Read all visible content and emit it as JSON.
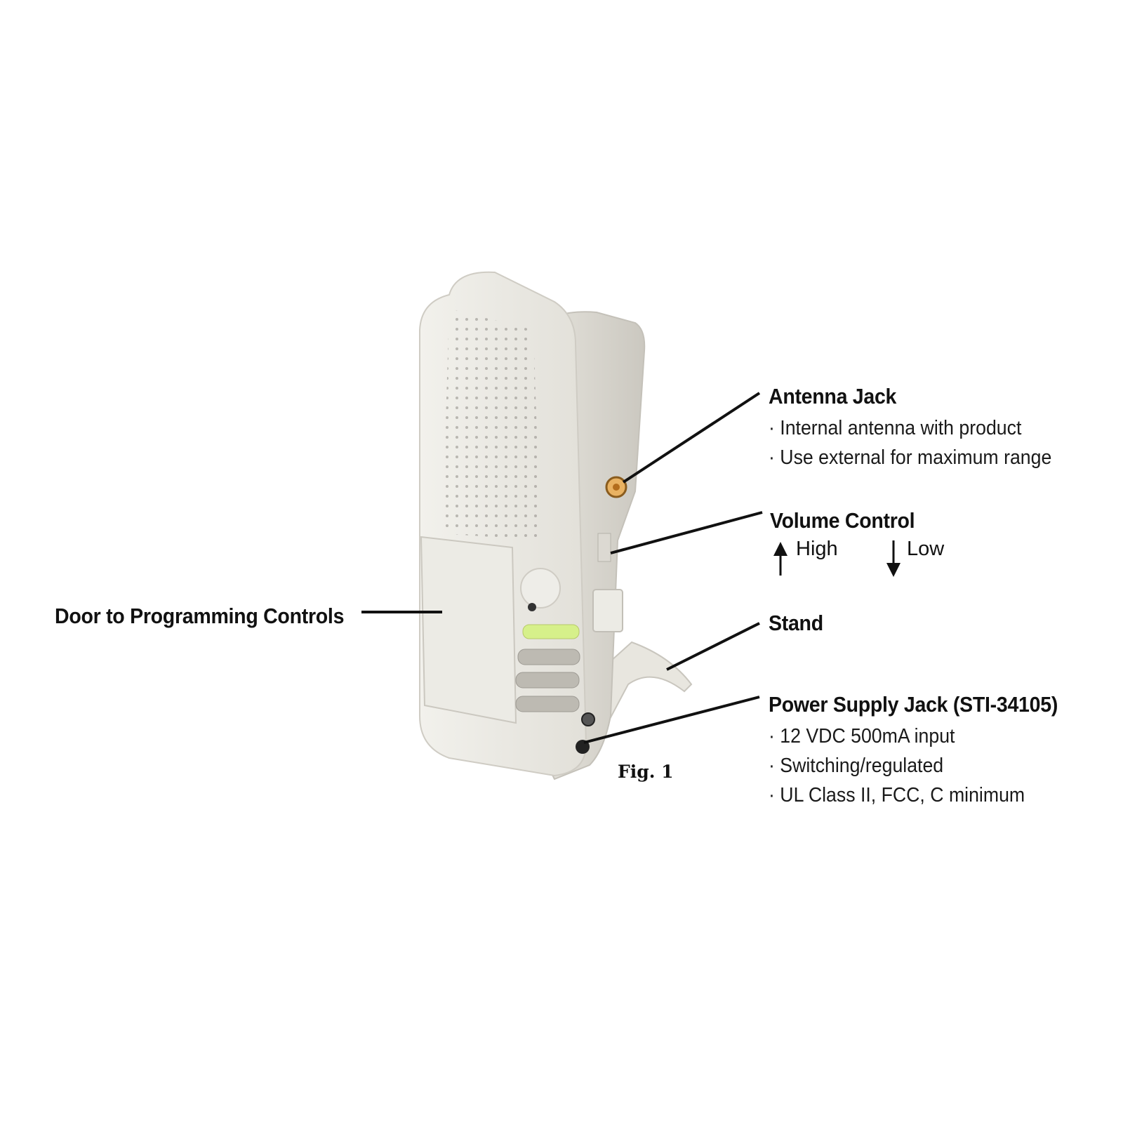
{
  "callouts": {
    "antenna": {
      "title": "Antenna Jack",
      "bullets": [
        "· Internal antenna with product",
        "· Use external for maximum range"
      ]
    },
    "volume": {
      "title": "Volume Control",
      "high": "High",
      "low": "Low"
    },
    "stand": {
      "title": "Stand"
    },
    "power": {
      "title": "Power Supply Jack (STI-34105)",
      "bullets": [
        "· 12 VDC 500mA input",
        "· Switching/regulated",
        "· UL Class II, FCC, C minimum"
      ]
    },
    "door": {
      "title": "Door to Programming Controls"
    }
  },
  "figure_label": "Fig. 1",
  "colors": {
    "device_body": "#e9e7e1",
    "device_shadow": "#cfccc4",
    "led_green": "#d6f08a",
    "antenna_jack": "#d08a2c",
    "leader_line": "#111111"
  }
}
